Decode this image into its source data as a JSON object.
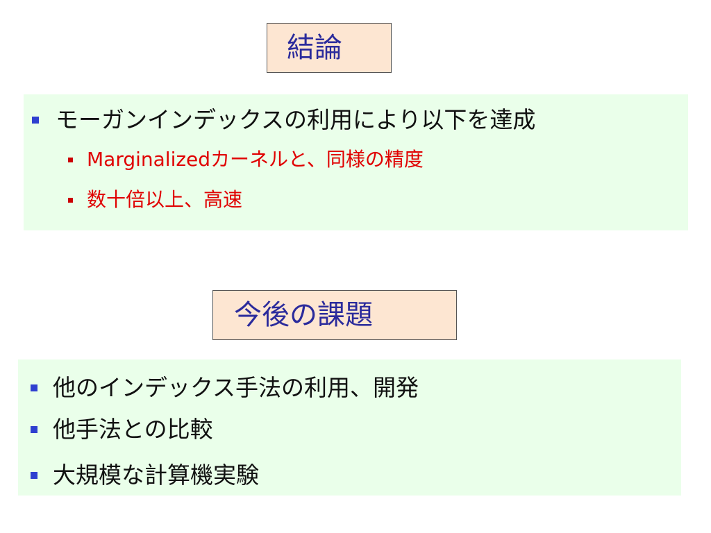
{
  "conclusion": {
    "title": "結論",
    "items": [
      {
        "text": "モーガンインデックスの利用により以下を達成",
        "subitems": [
          "Marginalizedカーネルと、同様の精度",
          "数十倍以上、高速"
        ]
      }
    ]
  },
  "future_work": {
    "title": "今後の課題",
    "items": [
      "他のインデックス手法の利用、開発",
      "他手法との比較",
      "大規模な計算機実験"
    ]
  },
  "colors": {
    "title_text": "#2b2b9c",
    "title_bg": "#fde6d2",
    "panel_bg": "#eaffea",
    "bullet_l1": "#2f3fd0",
    "text_l2": "#e00000"
  }
}
